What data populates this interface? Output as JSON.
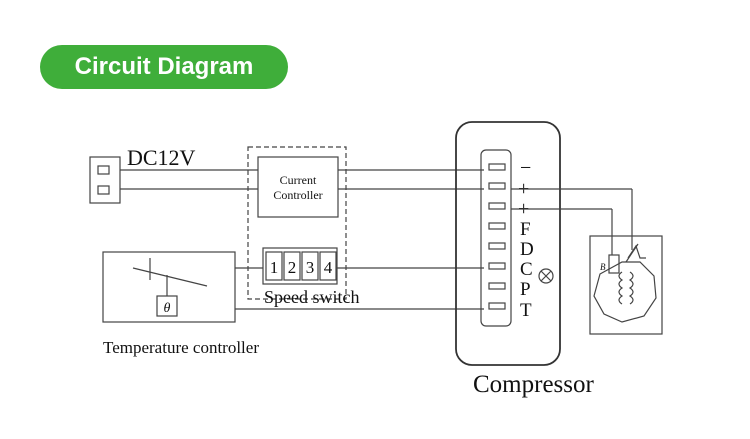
{
  "header": {
    "title": "Circuit Diagram"
  },
  "diagram": {
    "power_label": "DC12V",
    "controller_label_line1": "Current",
    "controller_label_line2": "Controller",
    "speed_switch_label": "Speed switch",
    "switch_positions": [
      "1",
      "2",
      "3",
      "4"
    ],
    "temperature_controller_label": "Temperature controller",
    "thermostat_symbol": "θ",
    "compressor_label": "Compressor",
    "terminal_labels": [
      "−",
      "+",
      "+",
      "F",
      "D",
      "C",
      "P",
      "T"
    ]
  }
}
